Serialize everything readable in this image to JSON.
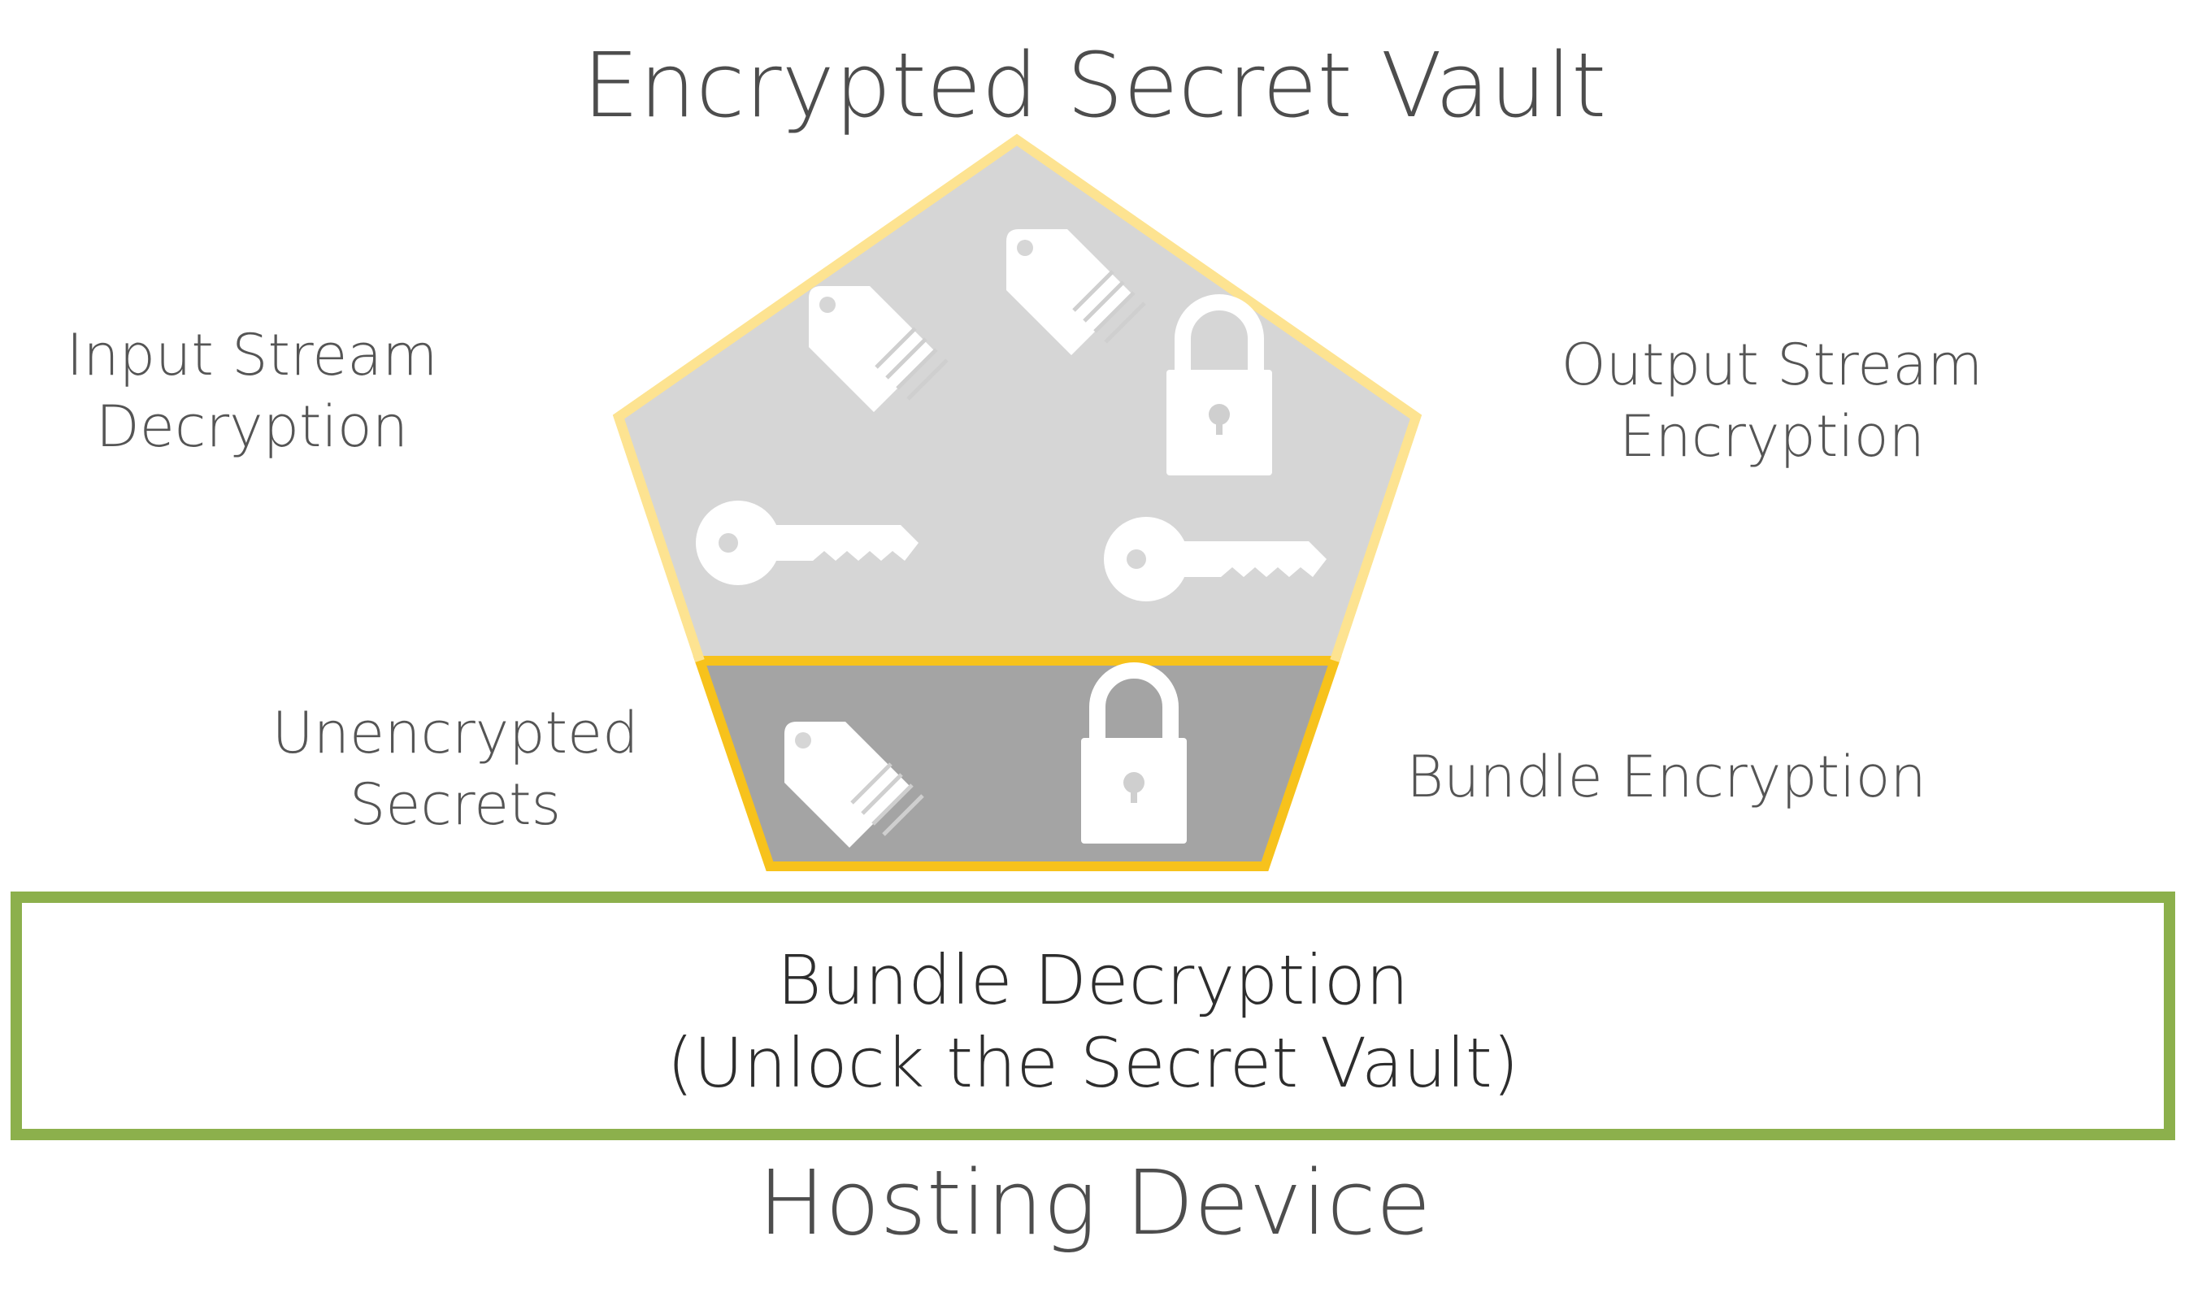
{
  "diagram": {
    "vault_title": "Encrypted Secret Vault",
    "input_stream": [
      "Input Stream",
      "Decryption"
    ],
    "output_stream": [
      "Output Stream",
      "Encryption"
    ],
    "unencrypted_secrets": [
      "Unencrypted",
      "Secrets"
    ],
    "bundle_encryption": "Bundle Encryption",
    "bundle_decryption": [
      "Bundle Decryption",
      "(Unlock the Secret Vault)"
    ],
    "hosting_device": "Hosting Device"
  },
  "colors": {
    "vault_fill_upper": "#d6d6d6",
    "vault_fill_lower": "#a4a4a4",
    "vault_border_upper": "#fde391",
    "vault_border_lower": "#f7c21c",
    "device_border": "#8cb04c",
    "icon_fill": "#ffffff"
  },
  "icons": {
    "encrypted_zone": [
      "tag-icon",
      "tag-icon",
      "padlock-icon",
      "key-icon",
      "key-icon"
    ],
    "unencrypted_zone": [
      "tag-icon",
      "padlock-icon"
    ]
  }
}
